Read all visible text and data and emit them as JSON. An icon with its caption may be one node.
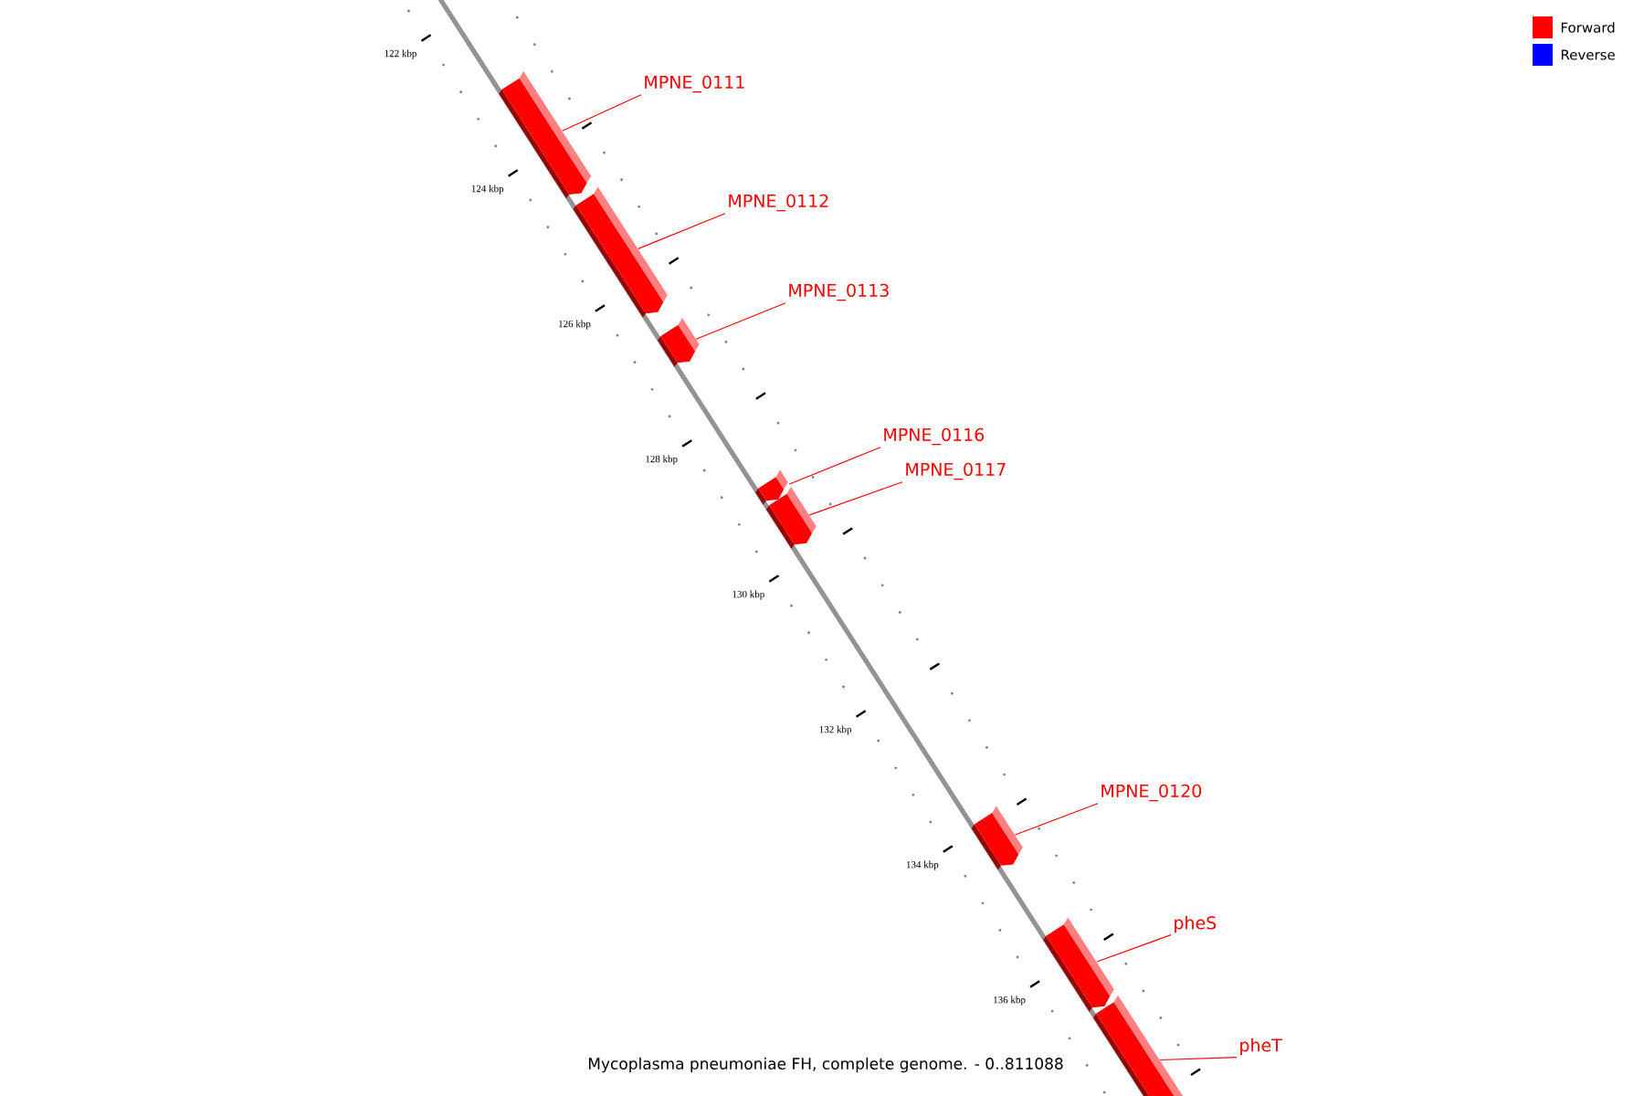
{
  "diagram": {
    "caption": "Mycoplasma pneumoniae FH, complete genome. - 0..811088",
    "nodes": [
      {
        "text": [
          "MPNE_0111"
        ]
      },
      {
        "text": [],
        "shape": "bar"
      },
      {
        "text": [
          "MPNE_0112"
        ]
      },
      {
        "text": [],
        "shape": "bar"
      },
      {
        "text": [
          "MPNE_0113"
        ]
      },
      {
        "text": [],
        "shape": "bar"
      },
      {
        "text": [
          "MPNE_0116"
        ]
      },
      {
        "text": [],
        "shape": "bar"
      },
      {
        "text": [
          "MPNE_0117"
        ]
      },
      {
        "text": [],
        "shape": "bar"
      },
      {
        "text": [
          "MPNE_0120"
        ]
      },
      {
        "text": [],
        "shape": "bar"
      },
      {
        "text": [
          "pheS"
        ]
      },
      {
        "text": [],
        "shape": "bar"
      },
      {
        "text": [
          "pheT"
        ]
      },
      {
        "text": [],
        "shape": "bar"
      }
    ],
    "edges": [
      {
        "from": 0,
        "to": 1,
        "arrow": "none"
      },
      {
        "from": 2,
        "to": 3,
        "arrow": "none"
      },
      {
        "from": 4,
        "to": 5,
        "arrow": "none"
      },
      {
        "from": 6,
        "to": 7,
        "arrow": "none"
      },
      {
        "from": 8,
        "to": 9,
        "arrow": "none"
      },
      {
        "from": 10,
        "to": 11,
        "arrow": "none"
      },
      {
        "from": 12,
        "to": 13,
        "arrow": "none"
      },
      {
        "from": 14,
        "to": 15,
        "arrow": "none"
      }
    ],
    "labels": [
      "122 kbp",
      "124 kbp",
      "126 kbp",
      "128 kbp",
      "130 kbp",
      "132 kbp",
      "134 kbp",
      "136 kbp"
    ],
    "legend": [
      {
        "text": "Forward",
        "color": "#ff0000"
      },
      {
        "text": "Reverse",
        "color": "#0000ff"
      }
    ]
  }
}
